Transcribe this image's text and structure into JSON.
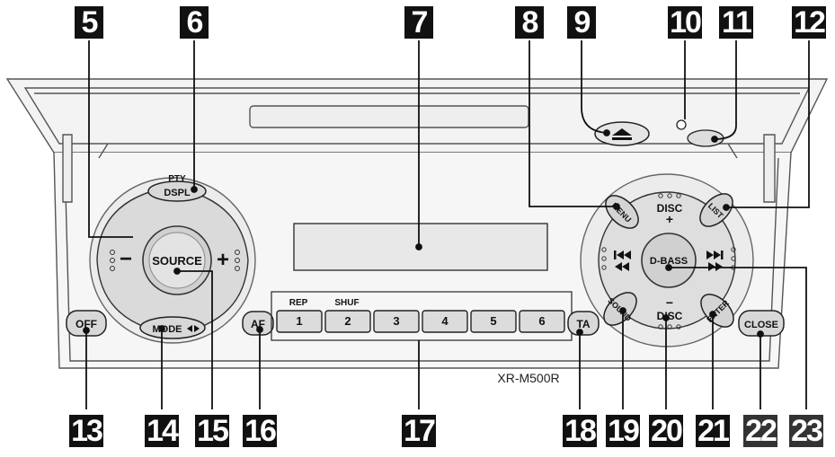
{
  "device": {
    "model": "XR-M500R"
  },
  "buttons": {
    "pty": "PTY",
    "dspl": "DSPL",
    "source": "SOURCE",
    "minus": "−",
    "plus": "+",
    "mode": "MODE",
    "off": "OFF",
    "af": "AF",
    "ta": "TA",
    "menu": "MENU",
    "list": "LIST",
    "disc_plus_label": "DISC",
    "disc_plus_sign": "+",
    "disc_minus_label": "DISC",
    "disc_minus_sign": "−",
    "dbass": "D-BASS",
    "sound": "SOUND",
    "enter": "ENTER",
    "close": "CLOSE",
    "rep": "REP",
    "shuf": "SHUF",
    "presets": [
      "1",
      "2",
      "3",
      "4",
      "5",
      "6"
    ]
  },
  "callouts": {
    "c5": "5",
    "c6": "6",
    "c7": "7",
    "c8": "8",
    "c9": "9",
    "c10": "10",
    "c11": "11",
    "c12": "12",
    "c13": "13",
    "c14": "14",
    "c15": "15",
    "c16": "16",
    "c17": "17",
    "c18": "18",
    "c19": "19",
    "c20": "20",
    "c21": "21",
    "c22": "22",
    "c23": "23"
  }
}
